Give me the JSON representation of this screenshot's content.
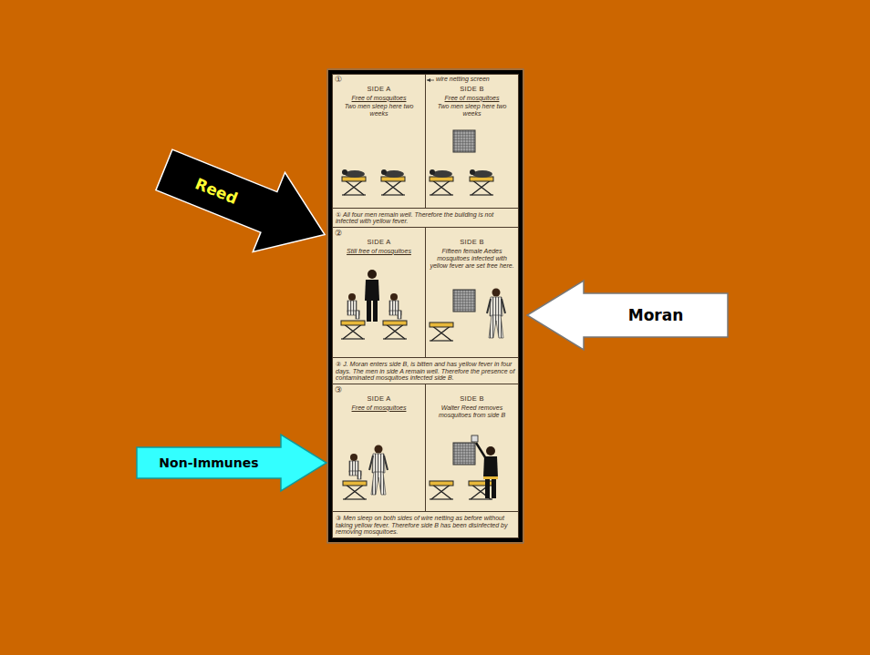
{
  "diagram": {
    "nodes": [
      {
        "text": [
          "① All four men remain well. Therefore the building is not infected with yellow fever."
        ]
      },
      {
        "text": [
          "SIDE A",
          "Free of mosquitoes",
          "Two men sleep here two weeks"
        ],
        "in": 0
      },
      {
        "text": [
          "SIDE B",
          "Free of mosquitoes",
          "Two men sleep here two weeks"
        ],
        "in": 0
      },
      {
        "text": [
          "② J. Moran enters side B, is bitten and has yellow fever in four days. The men in side A remain well. Therefore the presence of contaminated mosquitoes infected side B."
        ]
      },
      {
        "text": [
          "SIDE A",
          "Still free of mosquitoes"
        ],
        "in": 3
      },
      {
        "text": [
          "SIDE B",
          "Fifteen female Aedes mosquitoes infected with yellow fever are set free here."
        ],
        "in": 3
      },
      {
        "text": [
          "③ Men sleep on both sides of wire netting as before without taking yellow fever. Therefore side B has been disinfected by removing mosquitoes."
        ]
      },
      {
        "text": [
          "SIDE A",
          "Free of mosquitoes"
        ],
        "in": 6
      },
      {
        "text": [
          "SIDE B",
          "Walter Reed removes mosquitoes from side B"
        ],
        "in": 6
      },
      {
        "text": [
          "Reed"
        ]
      },
      {
        "text": [
          "Moran"
        ]
      },
      {
        "text": [
          "Non-Immunes"
        ]
      }
    ],
    "labels": [
      "①",
      "②",
      "③",
      "wire netting screen"
    ]
  }
}
